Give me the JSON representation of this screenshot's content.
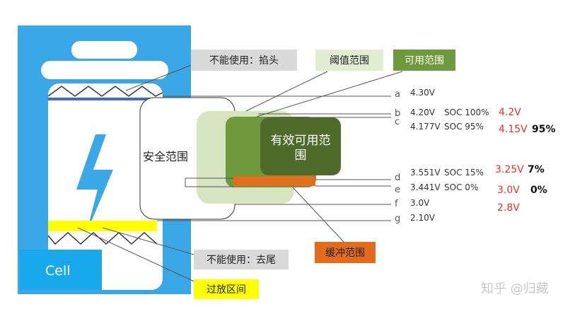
{
  "cell_label": "Cell",
  "labels": {
    "unusable_top": "不能使用：掐头",
    "threshold_range": "阈值范围",
    "usable_range": "可用范围",
    "safe_range": "安全范围",
    "effective_usable": "有效可用范围",
    "buffer_range": "缓冲范围",
    "unusable_bottom": "不能使用：去尾",
    "over_discharge": "过放区间"
  },
  "levels": [
    {
      "letter": "a",
      "voltage": "4.30V",
      "soc": "",
      "alt_voltage": "",
      "alt_soc": ""
    },
    {
      "letter": "b",
      "voltage": "4.20V",
      "soc": "SOC 100%",
      "alt_voltage": "4.2V",
      "alt_soc": ""
    },
    {
      "letter": "c",
      "voltage": "4.177V",
      "soc": "SOC 95%",
      "alt_voltage": "4.15V",
      "alt_soc": "95%"
    },
    {
      "letter": "d",
      "voltage": "3.551V",
      "soc": "SOC 15%",
      "alt_voltage": "3.25V",
      "alt_soc": "7%"
    },
    {
      "letter": "e",
      "voltage": "3.441V",
      "soc": "SOC 0%",
      "alt_voltage": "3.0V",
      "alt_soc": "0%"
    },
    {
      "letter": "f",
      "voltage": "3.0V",
      "soc": "",
      "alt_voltage": "2.8V",
      "alt_soc": ""
    },
    {
      "letter": "g",
      "voltage": "2.10V",
      "soc": "",
      "alt_voltage": "",
      "alt_soc": ""
    }
  ],
  "watermark": "知乎 @归藏",
  "colors": {
    "battery_bg": "#3aa7e6",
    "battery_inner": "#ffffff",
    "bolt": "#3aa7e6",
    "threshold": "#d7e4c1",
    "usable": "#6f9a3c",
    "effective": "#4f6b2a",
    "buffer": "#e26b1c",
    "yellow": "#ffff00",
    "cell_box": "#18a9ec",
    "red": "#e8322a"
  }
}
